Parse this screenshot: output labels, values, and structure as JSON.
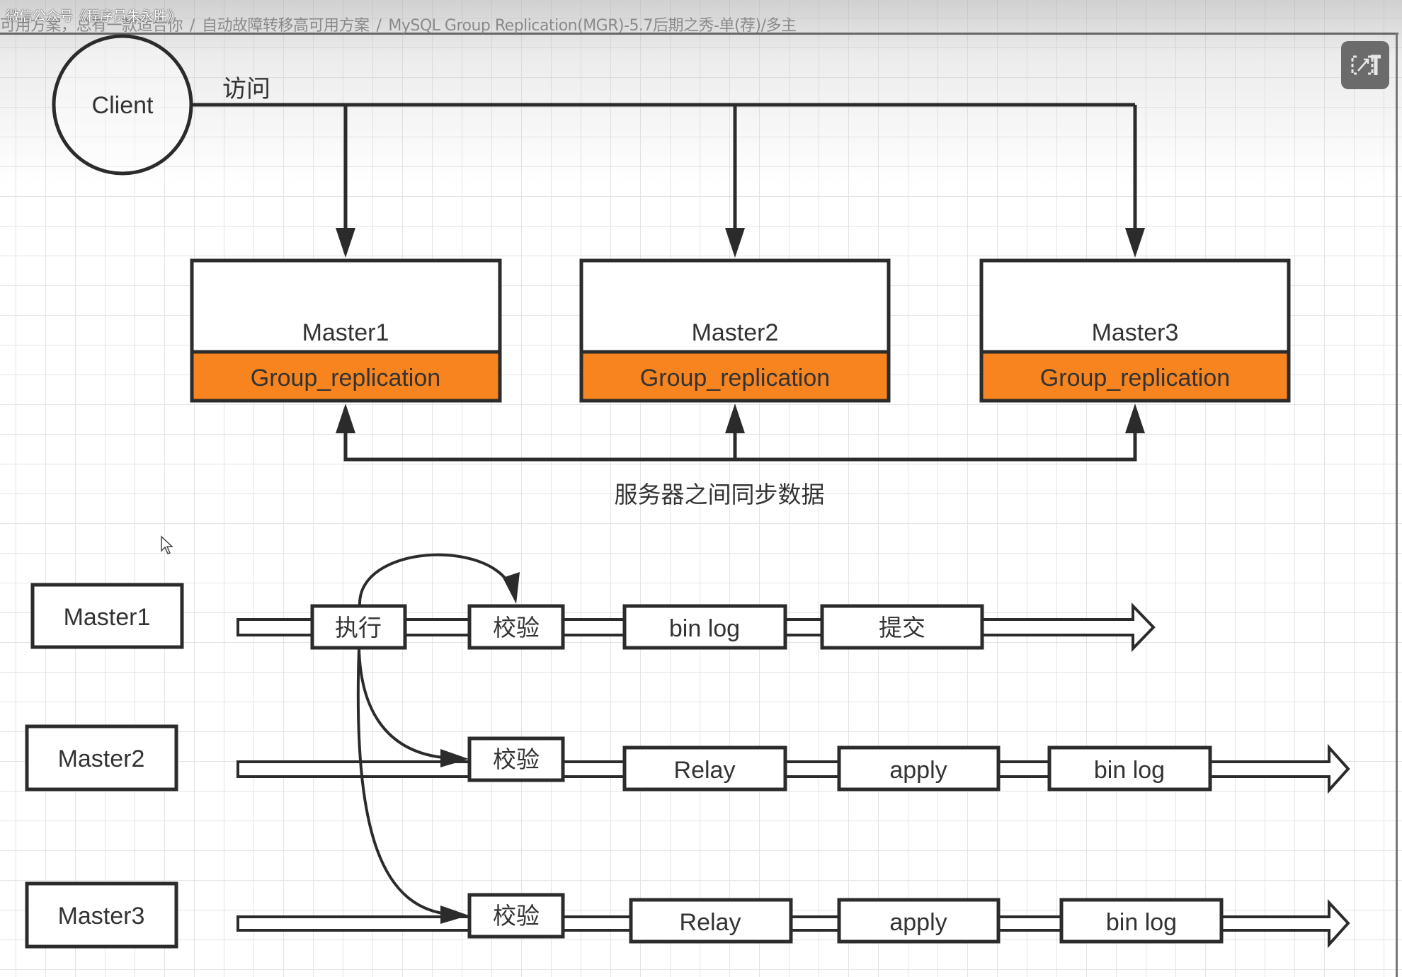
{
  "header": {
    "watermark": "微信公众号《程序员朱永胜》",
    "breadcrumb": [
      "可用方案，总有一款适合你",
      "自动故障转移高可用方案",
      "MySQL Group Replication(MGR)-5.7后期之秀-单(荐)/多主"
    ],
    "breadcrumb_separator": "/"
  },
  "toolbar": {
    "view_toggle_icon": "fullscreen-toggle-icon"
  },
  "diagram": {
    "client": {
      "label": "Client",
      "edge_label": "访问"
    },
    "masters": [
      {
        "name": "Master1",
        "module": "Group_replication"
      },
      {
        "name": "Master2",
        "module": "Group_replication"
      },
      {
        "name": "Master3",
        "module": "Group_replication"
      }
    ],
    "sync_label": "服务器之间同步数据",
    "module_color": "#f7841f",
    "flows": [
      {
        "node": "Master1",
        "steps": [
          "执行",
          "校验",
          "bin log",
          "提交"
        ]
      },
      {
        "node": "Master2",
        "steps": [
          "校验",
          "Relay",
          "apply",
          "bin log"
        ]
      },
      {
        "node": "Master3",
        "steps": [
          "校验",
          "Relay",
          "apply",
          "bin log"
        ]
      }
    ]
  }
}
